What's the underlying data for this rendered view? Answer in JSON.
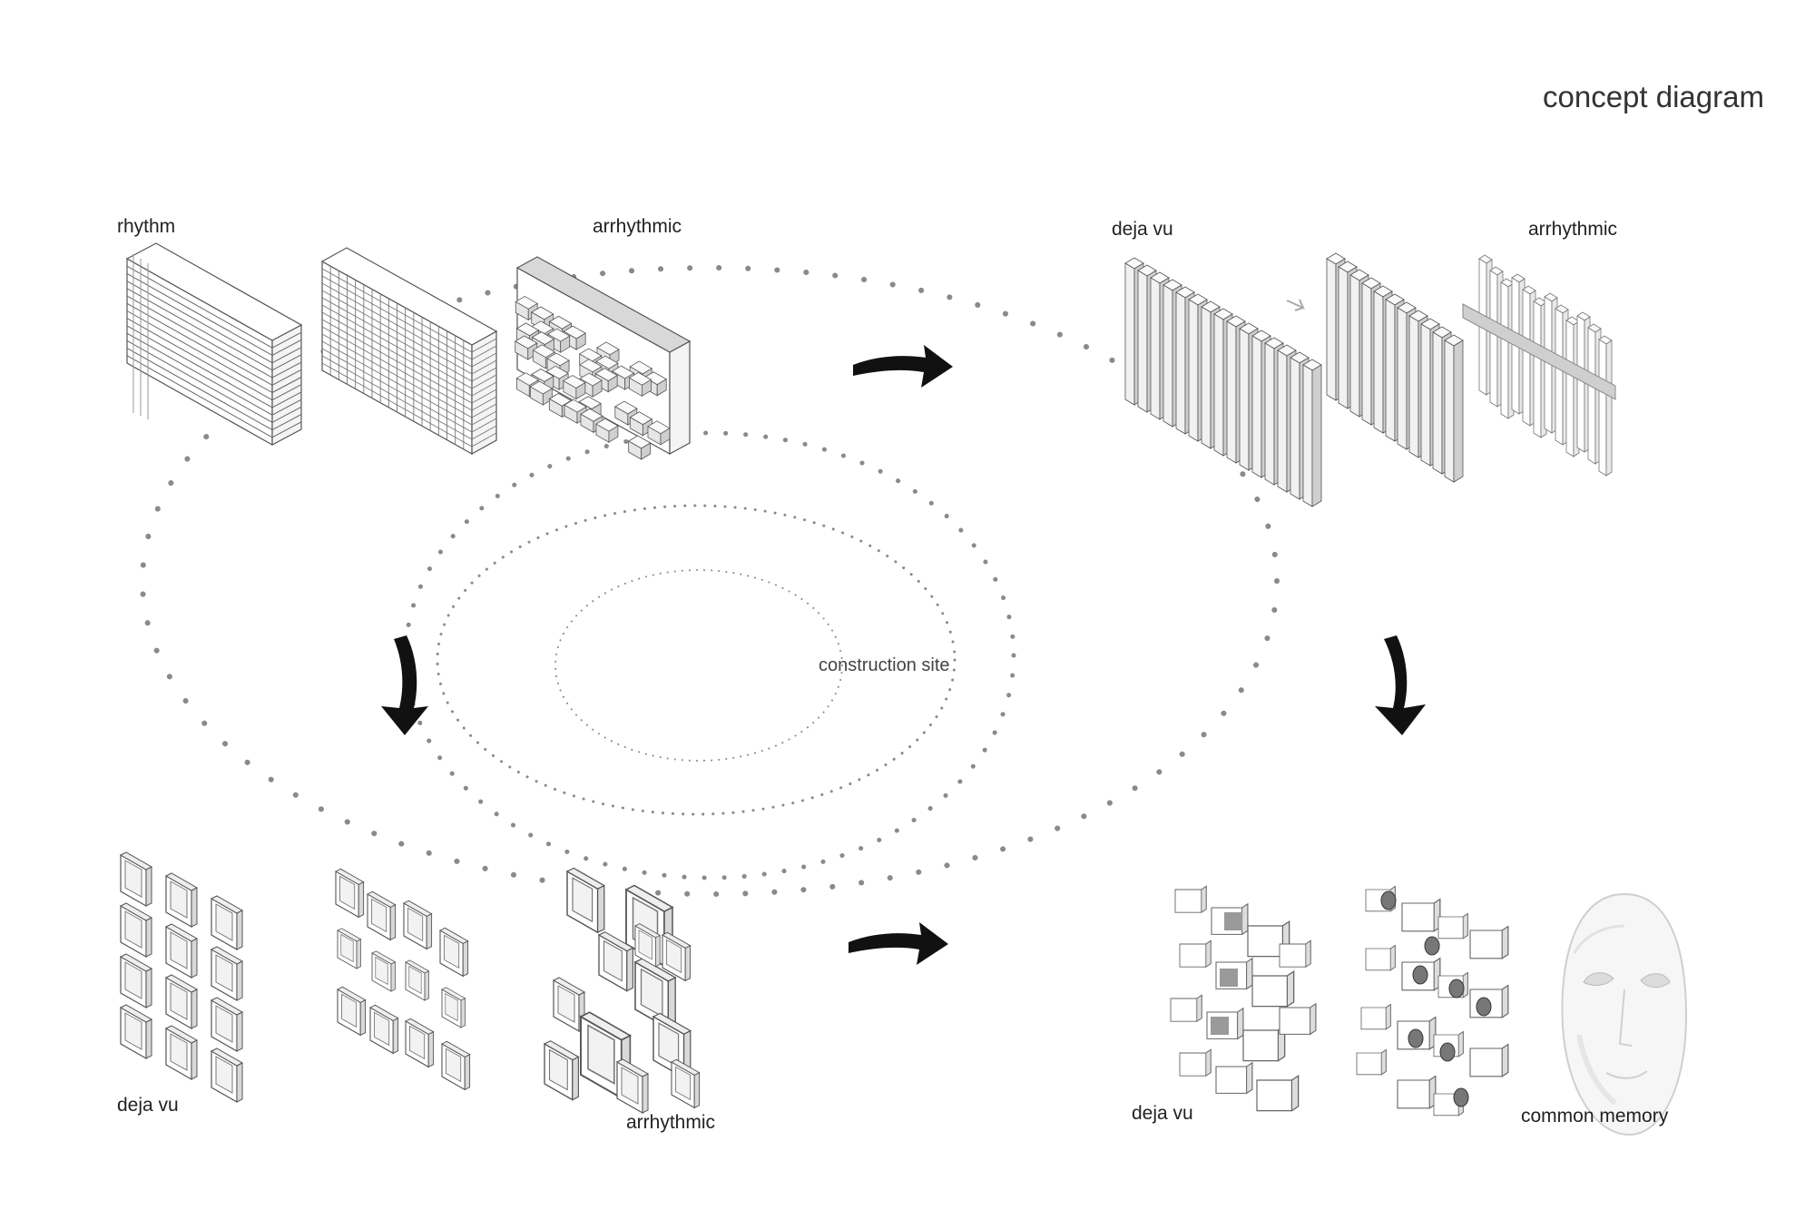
{
  "title": "concept diagram",
  "center_label": "construction site",
  "labels": {
    "top_left_rhythm": "rhythm",
    "top_left_arrhythmic": "arrhythmic",
    "top_right_deja_vu": "deja vu",
    "top_right_arrhythmic": "arrhythmic",
    "bottom_left_deja_vu": "deja vu",
    "bottom_left_arrhythmic": "arrhythmic",
    "bottom_right_deja_vu": "deja vu",
    "bottom_right_common_memory": "common memory"
  },
  "colors": {
    "dot": "#8a8a8a",
    "arrow": "#111111",
    "line": "#555555",
    "face": "#ffffff",
    "shade": "#d6d6d6",
    "dark_shade": "#bdbdbd"
  }
}
